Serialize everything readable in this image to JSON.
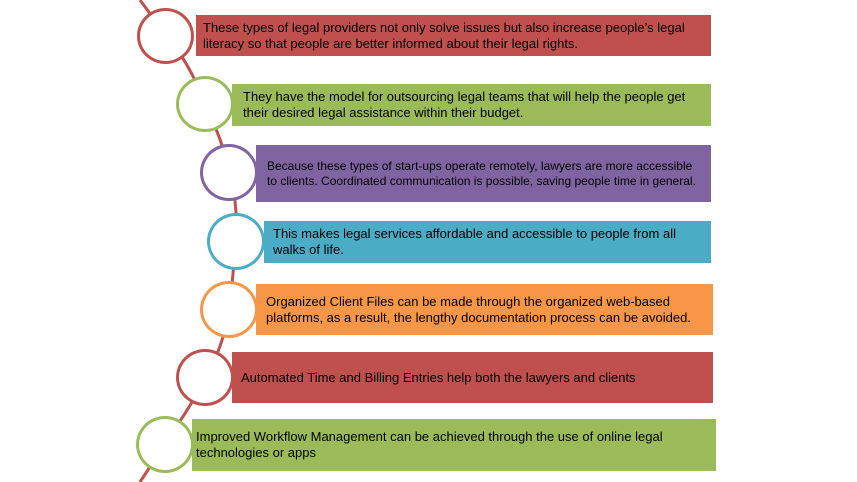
{
  "colors": {
    "red": "#C0504D",
    "green": "#9BBB59",
    "purple": "#8064A2",
    "teal": "#4BACC6",
    "orange": "#F79646",
    "connector": "#C0504D"
  },
  "items": [
    {
      "text": "These types of legal providers not only solve issues but also increase people’s legal literacy so that people are better informed about their legal rights.",
      "color": "red"
    },
    {
      "text": "They have the model for outsourcing legal teams that will help the people get their desired legal assistance within their budget.",
      "color": "green"
    },
    {
      "text": "Because these types of start-ups operate remotely, lawyers are more accessible to clients. Coordinated communication is possible, saving people time in general.",
      "color": "purple"
    },
    {
      "text": "This makes legal services affordable and accessible to people from all walks of life.",
      "color": "teal"
    },
    {
      "text": "Organized Client Files can be made through the organized web-based platforms, as a result, the lengthy documentation process can be avoided.",
      "color": "orange"
    },
    {
      "text": "Automated Time and Billing Entries help both the lawyers and clients",
      "color": "red"
    },
    {
      "text": "Improved Workflow Management can be achieved through the use of online legal technologies or apps",
      "color": "green"
    }
  ]
}
